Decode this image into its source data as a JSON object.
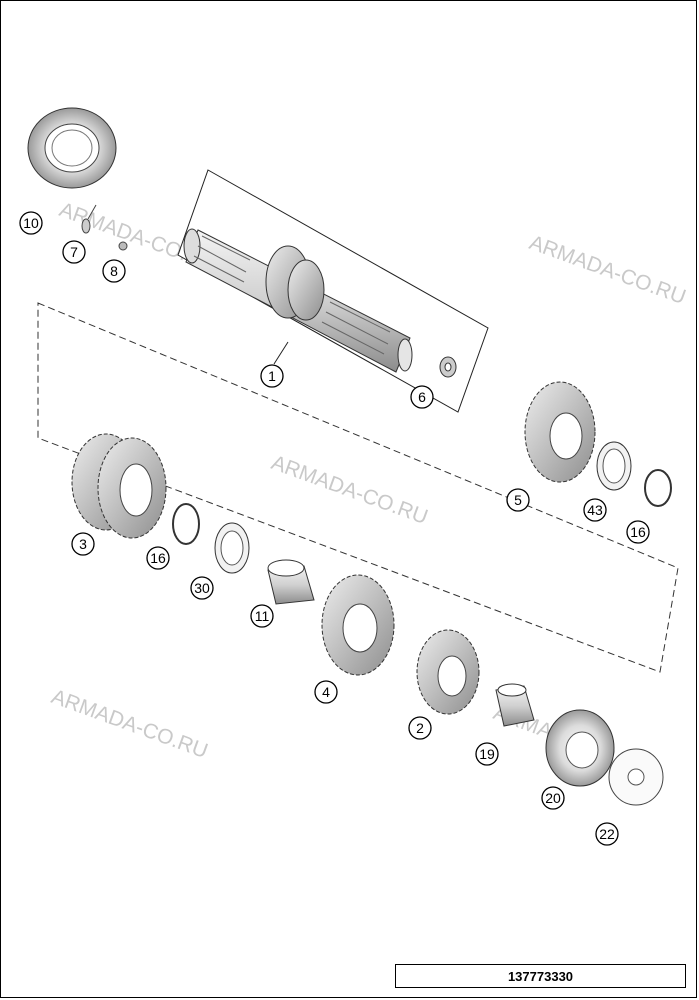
{
  "diagram": {
    "document_number": "137773330",
    "watermark": "ARMADA-CO.RU",
    "callouts": [
      "1",
      "2",
      "3",
      "4",
      "5",
      "6",
      "7",
      "8",
      "10",
      "11",
      "16",
      "16",
      "19",
      "20",
      "22",
      "30",
      "43"
    ],
    "parts": [
      {
        "ref": "10",
        "type": "bearing"
      },
      {
        "ref": "7",
        "type": "pin"
      },
      {
        "ref": "8",
        "type": "ball"
      },
      {
        "ref": "1",
        "type": "main-shaft"
      },
      {
        "ref": "6",
        "type": "nut"
      },
      {
        "ref": "3",
        "type": "double-gear"
      },
      {
        "ref": "16",
        "type": "circlip"
      },
      {
        "ref": "30",
        "type": "thrust-washer"
      },
      {
        "ref": "11",
        "type": "needle-bearing"
      },
      {
        "ref": "4",
        "type": "gear"
      },
      {
        "ref": "2",
        "type": "gear"
      },
      {
        "ref": "19",
        "type": "bushing"
      },
      {
        "ref": "20",
        "type": "bearing"
      },
      {
        "ref": "22",
        "type": "shim-washer"
      },
      {
        "ref": "5",
        "type": "gear"
      },
      {
        "ref": "43",
        "type": "thrust-washer"
      },
      {
        "ref": "16",
        "type": "circlip"
      }
    ]
  }
}
